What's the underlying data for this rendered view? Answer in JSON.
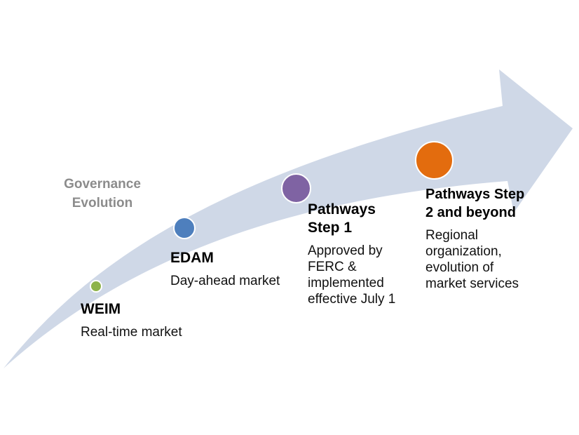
{
  "diagram": {
    "heading": {
      "line1": "Governance",
      "line2": "Evolution",
      "color": "#8c8c8c"
    },
    "arrow_color": "#cfd8e7",
    "milestones": [
      {
        "title_line1": "WEIM",
        "title_line2": "",
        "desc": [
          "Real-time market"
        ],
        "color": "#8db34a"
      },
      {
        "title_line1": "EDAM",
        "title_line2": "",
        "desc": [
          "Day-ahead market"
        ],
        "color": "#4e7fbd"
      },
      {
        "title_line1": "Pathways",
        "title_line2": "Step 1",
        "desc": [
          "Approved by",
          "FERC &",
          "implemented",
          "effective July 1"
        ],
        "color": "#7f63a3"
      },
      {
        "title_line1": "Pathways Step",
        "title_line2": "2 and beyond",
        "desc": [
          "Regional",
          "organization,",
          "evolution of",
          "market services"
        ],
        "color": "#e36c0e"
      }
    ]
  }
}
